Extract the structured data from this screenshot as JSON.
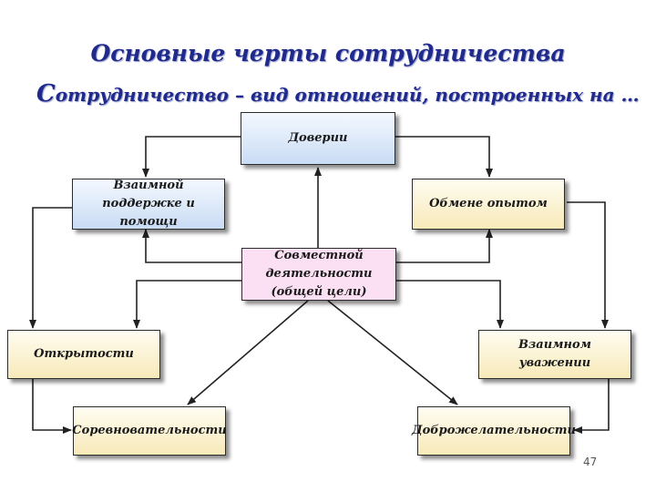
{
  "title": "Основные черты сотрудничества",
  "subtitle": {
    "first_letter": "С",
    "rest": "отрудничество – вид отношений, построенных на …"
  },
  "nodes": {
    "trust": "Доверии",
    "support": "Взаимной поддержке и помощи",
    "experience": "Обмене опытом",
    "joint": "Совместной деятельности (общей цели)",
    "openness": "Открытости",
    "respect": "Взаимном уважении",
    "competition": "Соревновательности",
    "goodwill": "Доброжелательности"
  },
  "page_number": "47"
}
